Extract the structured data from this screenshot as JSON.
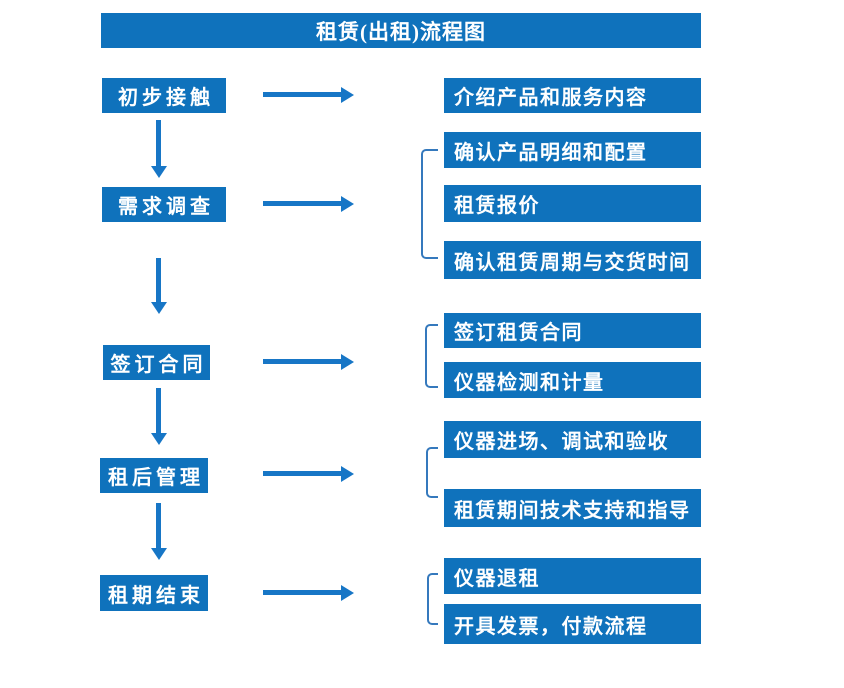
{
  "title": "租赁(出租)流程图",
  "colors": {
    "box_blue": "#0F72BC",
    "arrow_blue": "#1776C6",
    "bracket_blue": "#3579BD",
    "text": "#FFFFFF",
    "background": "#FFFFFF"
  },
  "flow": {
    "stages": [
      {
        "label": "初步接触",
        "details": [
          "介绍产品和服务内容"
        ]
      },
      {
        "label": "需求调查",
        "details": [
          "确认产品明细和配置",
          "租赁报价",
          "确认租赁周期与交货时间"
        ]
      },
      {
        "label": "签订合同",
        "details": [
          "签订租赁合同",
          "仪器检测和计量"
        ]
      },
      {
        "label": "租后管理",
        "details": [
          "仪器进场、调试和验收",
          "租赁期间技术支持和指导"
        ]
      },
      {
        "label": "租期结束",
        "details": [
          "仪器退租",
          "开具发票，付款流程"
        ]
      }
    ]
  }
}
